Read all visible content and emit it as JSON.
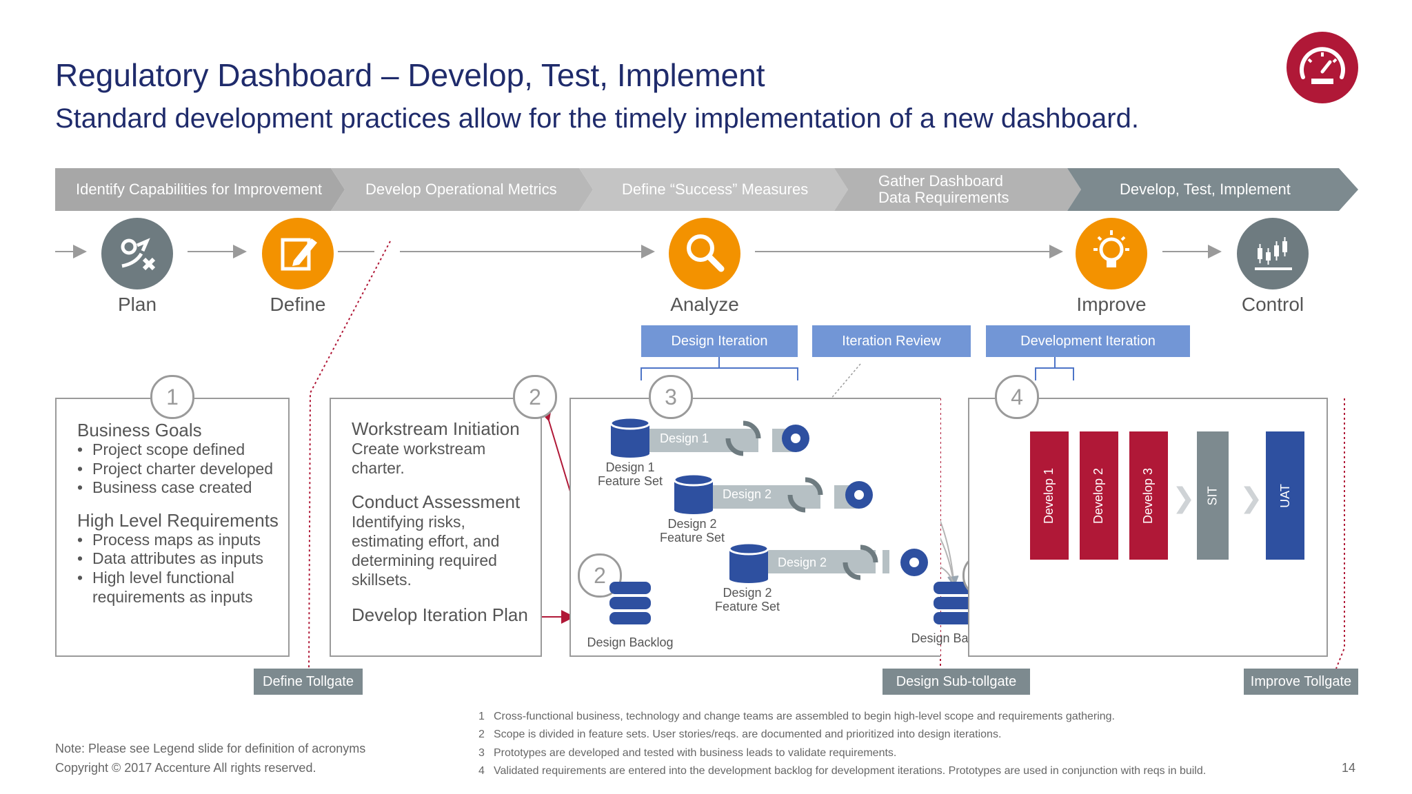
{
  "header": {
    "title": "Regulatory Dashboard – Develop, Test, Implement",
    "subtitle": "Standard development practices allow for the timely implementation of a new dashboard.",
    "badge_icon": "speedometer-icon"
  },
  "chevrons": [
    {
      "label": "Identify Capabilities for Improvement"
    },
    {
      "label": "Develop Operational Metrics"
    },
    {
      "label": "Define “Success” Measures"
    },
    {
      "label_line1": "Gather Dashboard",
      "label_line2": "Data Requirements"
    },
    {
      "label": "Develop, Test, Implement"
    }
  ],
  "stages": [
    {
      "label": "Plan",
      "icon": "plan-strategy-icon",
      "color": "#6e7b80"
    },
    {
      "label": "Define",
      "icon": "edit-pencil-icon",
      "color": "#f39200"
    },
    {
      "label": "Analyze",
      "icon": "magnifier-icon",
      "color": "#f39200"
    },
    {
      "label": "Improve",
      "icon": "lightbulb-icon",
      "color": "#f39200"
    },
    {
      "label": "Control",
      "icon": "candlestick-chart-icon",
      "color": "#6e7b80"
    }
  ],
  "iteration_tags": {
    "design_iteration": "Design Iteration",
    "iteration_review": "Iteration Review",
    "development_iteration": "Development Iteration"
  },
  "numbers": {
    "one": "1",
    "two": "2",
    "three": "3",
    "four": "4"
  },
  "box1": {
    "heading1": "Business Goals",
    "bullets1": [
      "Project scope defined",
      "Project charter developed",
      "Business case created"
    ],
    "heading2": "High Level Requirements",
    "bullets2": [
      "Process maps as inputs",
      "Data attributes as inputs",
      "High level functional"
    ],
    "bullet2_cont": "requirements as inputs"
  },
  "box2": {
    "heading1": "Workstream Initiation",
    "text1_line1": "Create workstream",
    "text1_line2": "charter.",
    "heading2": "Conduct Assessment",
    "text2_lines": [
      "Identifying risks,",
      "estimating effort, and",
      "determining required",
      "skillsets."
    ],
    "heading3": "Develop Iteration Plan"
  },
  "diagram": {
    "design_bars": [
      "Design 1",
      "Design 2",
      "Design 2"
    ],
    "feature_labels": [
      {
        "line1": "Design 1",
        "line2": "Feature Set"
      },
      {
        "line1": "Design 2",
        "line2": "Feature Set"
      },
      {
        "line1": "Design 2",
        "line2": "Feature Set"
      }
    ],
    "backlog_left": "Design Backlog",
    "backlog_right": "Design Backlog",
    "columns": [
      {
        "label": "Develop 1",
        "color": "#b01837"
      },
      {
        "label": "Develop 2",
        "color": "#b01837"
      },
      {
        "label": "Develop 3",
        "color": "#b01837"
      },
      {
        "label": "SIT",
        "color": "#7d8a8f"
      },
      {
        "label": "UAT",
        "color": "#2e50a0"
      }
    ]
  },
  "tollgates": {
    "define": "Define Tollgate",
    "design_sub": "Design Sub-tollgate",
    "improve": "Improve Tollgate"
  },
  "footnotes": [
    {
      "num": "1",
      "text": "Cross-functional business, technology and change teams are assembled to begin high-level scope and requirements gathering."
    },
    {
      "num": "2",
      "text": "Scope is divided in feature sets. User stories/reqs. are documented and prioritized into design iterations."
    },
    {
      "num": "3",
      "text": "Prototypes are developed and tested with business leads to validate requirements."
    },
    {
      "num": "4",
      "text": "Validated requirements are entered into the development backlog for development iterations. Prototypes are used in conjunction with reqs in build."
    }
  ],
  "footer": {
    "note": "Note: Please see Legend slide for definition of acronyms",
    "copyright": "Copyright © 2017 Accenture  All rights reserved.",
    "page_number": "14"
  }
}
